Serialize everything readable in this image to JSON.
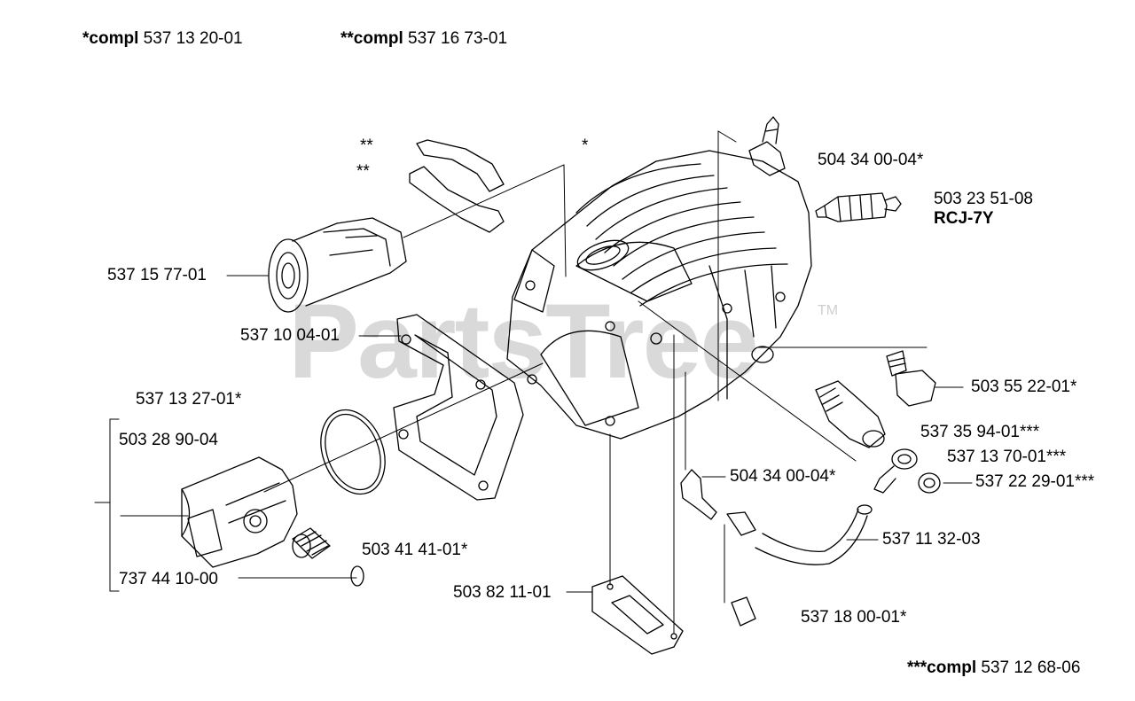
{
  "watermark": {
    "brand": "PartsTree",
    "trademark": "TM"
  },
  "headers": {
    "compl1": {
      "prefix": "*compl",
      "number": "537 13 20-01"
    },
    "compl2": {
      "prefix": "**compl",
      "number": "537 16 73-01"
    },
    "compl3": {
      "prefix": "***compl",
      "number": "537 12 68-06"
    }
  },
  "markers": {
    "double_star_1": "**",
    "double_star_2": "**",
    "single_star": "*"
  },
  "parts": {
    "intake_manifold": "537 15 77-01",
    "gasket": "537 10 04-01",
    "piston_kit": "537 13 27-01*",
    "piston": "503 28 90-04",
    "piston_pin_assy": "737 44 10-00",
    "circlip": "503 41 41-01*",
    "base_gasket": "503 82 11-01",
    "fuel_fitting_top": "504 34 00-04*",
    "spark_plug_number": "503 23 51-08",
    "spark_plug_type": "RCJ-7Y",
    "decomp_valve": "503 55 22-01*",
    "banjo_screw": "537 35 94-01***",
    "banjo_washer": "537 13 70-01***",
    "seal_nut": "537 22 29-01***",
    "fuel_fitting_bottom": "504 34 00-04*",
    "fuel_hose": "537 11 32-03",
    "fuel_filter": "537 18 00-01*"
  }
}
